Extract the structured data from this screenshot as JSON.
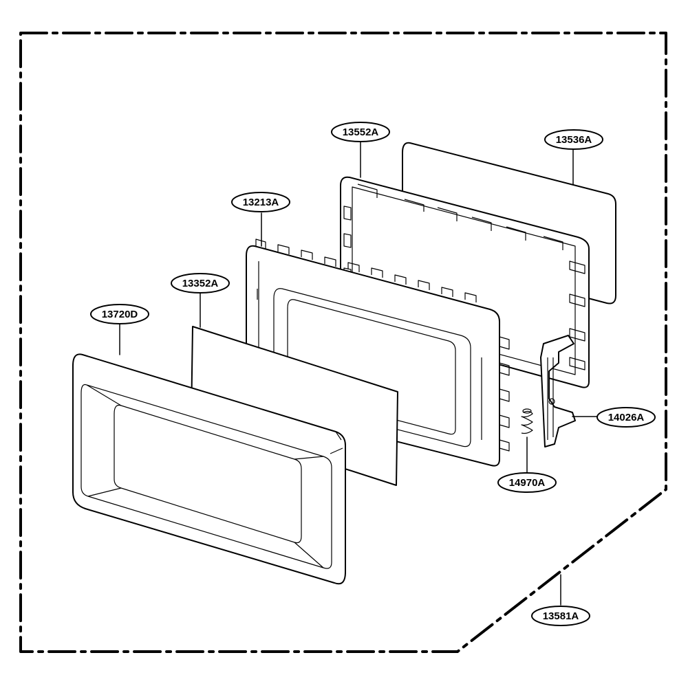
{
  "diagram": {
    "parts": [
      {
        "id": "13552A",
        "label": "13552A"
      },
      {
        "id": "13536A",
        "label": "13536A"
      },
      {
        "id": "13213A",
        "label": "13213A"
      },
      {
        "id": "13352A",
        "label": "13352A"
      },
      {
        "id": "13720D",
        "label": "13720D"
      },
      {
        "id": "14026A",
        "label": "14026A"
      },
      {
        "id": "14970A",
        "label": "14970A"
      },
      {
        "id": "13581A",
        "label": "13581A"
      }
    ],
    "colors": {
      "line": "#000000",
      "background": "#ffffff",
      "part_fill": "#ffffff",
      "window_fill": "#e8e8e8"
    }
  }
}
